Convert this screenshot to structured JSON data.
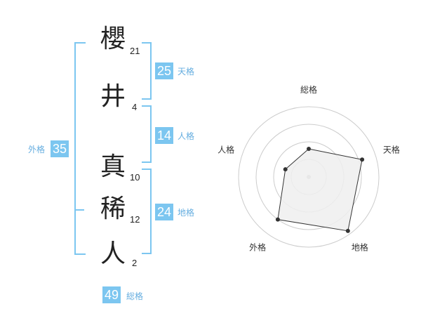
{
  "name_chars": [
    {
      "char": "櫻",
      "strokes": "21"
    },
    {
      "char": "井",
      "strokes": "4"
    },
    {
      "char": "真",
      "strokes": "10"
    },
    {
      "char": "稀",
      "strokes": "12"
    },
    {
      "char": "人",
      "strokes": "2"
    }
  ],
  "fortune": {
    "tenkaku": {
      "label": "天格",
      "value": "25"
    },
    "jinkaku": {
      "label": "人格",
      "value": "14"
    },
    "chikaku": {
      "label": "地格",
      "value": "24"
    },
    "gaikaku": {
      "label": "外格",
      "value": "35"
    },
    "soukaku": {
      "label": "総格",
      "value": "49"
    }
  },
  "chart_data": {
    "type": "radar",
    "axes": [
      "総格",
      "天格",
      "地格",
      "外格",
      "人格"
    ],
    "values": [
      0.4,
      0.8,
      0.95,
      0.75,
      0.35
    ],
    "rings": 4,
    "colors": {
      "fill": "#efefef",
      "stroke": "#333333",
      "grid": "#cccccc",
      "accent": "#7cc6f0"
    }
  }
}
